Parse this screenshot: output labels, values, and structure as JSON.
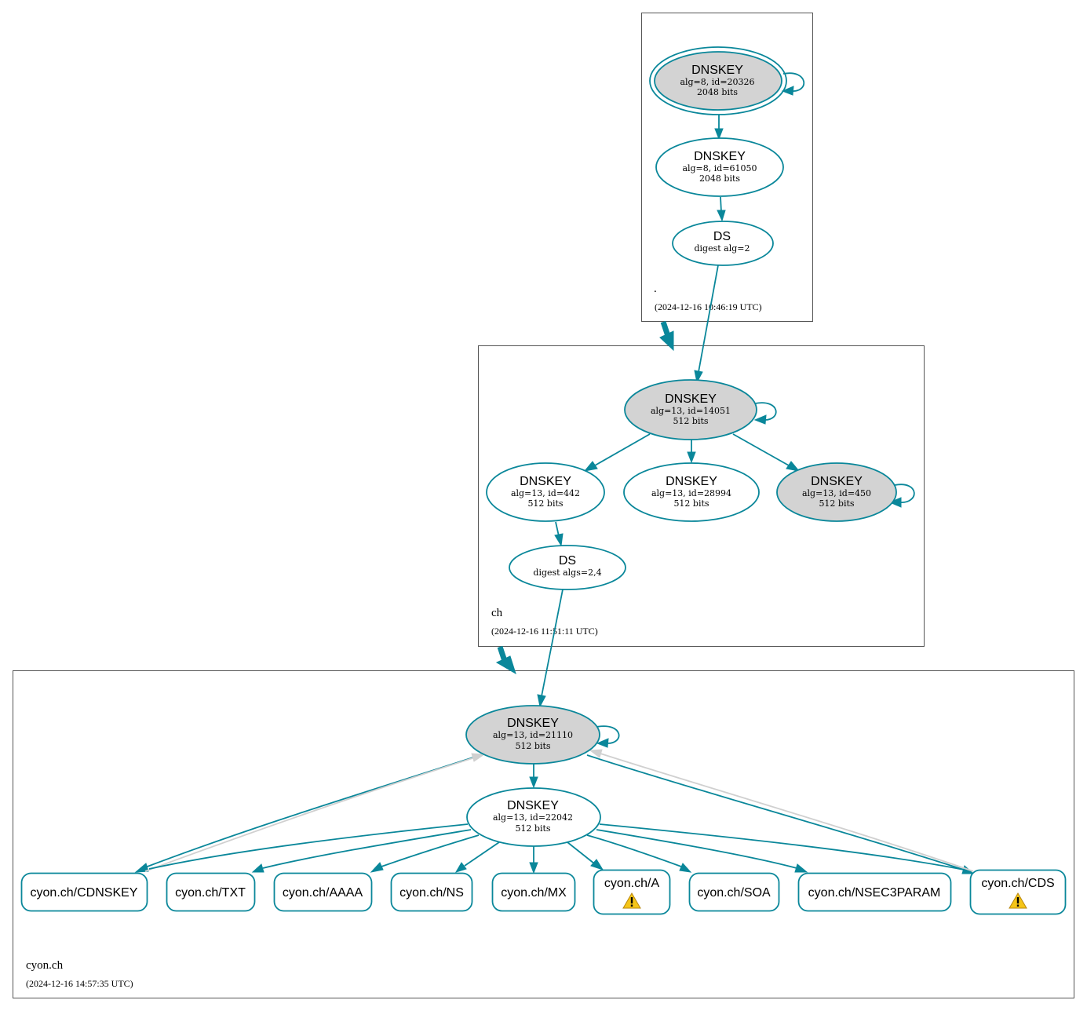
{
  "zones": {
    "root": {
      "name": ".",
      "date": "(2024-12-16 10:46:19 UTC)"
    },
    "ch": {
      "name": "ch",
      "date": "(2024-12-16 11:51:11 UTC)"
    },
    "cyon": {
      "name": "cyon.ch",
      "date": "(2024-12-16 14:57:35 UTC)"
    }
  },
  "nodes": {
    "root_ksk": {
      "title": "DNSKEY",
      "line1": "alg=8, id=20326",
      "line2": "2048 bits"
    },
    "root_zsk": {
      "title": "DNSKEY",
      "line1": "alg=8, id=61050",
      "line2": "2048 bits"
    },
    "root_ds": {
      "title": "DS",
      "line1": "digest alg=2"
    },
    "ch_ksk": {
      "title": "DNSKEY",
      "line1": "alg=13, id=14051",
      "line2": "512 bits"
    },
    "ch_zsk1": {
      "title": "DNSKEY",
      "line1": "alg=13, id=442",
      "line2": "512 bits"
    },
    "ch_zsk2": {
      "title": "DNSKEY",
      "line1": "alg=13, id=28994",
      "line2": "512 bits"
    },
    "ch_ksk2": {
      "title": "DNSKEY",
      "line1": "alg=13, id=450",
      "line2": "512 bits"
    },
    "ch_ds": {
      "title": "DS",
      "line1": "digest algs=2,4"
    },
    "cyon_ksk": {
      "title": "DNSKEY",
      "line1": "alg=13, id=21110",
      "line2": "512 bits"
    },
    "cyon_zsk": {
      "title": "DNSKEY",
      "line1": "alg=13, id=22042",
      "line2": "512 bits"
    }
  },
  "rrsets": [
    {
      "label": "cyon.ch/CDNSKEY",
      "warning": false
    },
    {
      "label": "cyon.ch/TXT",
      "warning": false
    },
    {
      "label": "cyon.ch/AAAA",
      "warning": false
    },
    {
      "label": "cyon.ch/NS",
      "warning": false
    },
    {
      "label": "cyon.ch/MX",
      "warning": false
    },
    {
      "label": "cyon.ch/A",
      "warning": true
    },
    {
      "label": "cyon.ch/SOA",
      "warning": false
    },
    {
      "label": "cyon.ch/NSEC3PARAM",
      "warning": false
    },
    {
      "label": "cyon.ch/CDS",
      "warning": true
    }
  ],
  "colors": {
    "edge": "#0a879a",
    "secure_entry_fill": "#d3d3d3",
    "grey_edge": "#d0d0d0",
    "warning": "#f5c518"
  },
  "icons": {
    "warning": "warning-icon"
  }
}
